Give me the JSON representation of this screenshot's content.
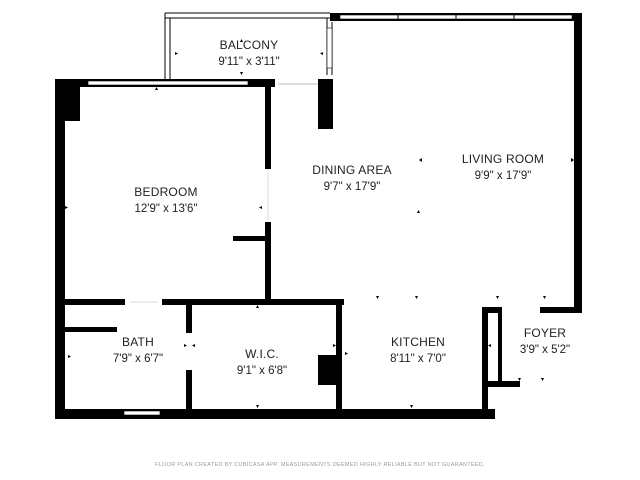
{
  "rooms": {
    "balcony": {
      "name": "BALCONY",
      "dims": "9'11\" x 3'11\""
    },
    "bedroom": {
      "name": "BEDROOM",
      "dims": "12'9\" x 13'6\""
    },
    "dining": {
      "name": "DINING AREA",
      "dims": "9'7\" x 17'9\""
    },
    "living": {
      "name": "LIVING ROOM",
      "dims": "9'9\" x 17'9\""
    },
    "bath": {
      "name": "BATH",
      "dims": "7'9\" x 6'7\""
    },
    "wic": {
      "name": "W.I.C.",
      "dims": "9'1\" x 6'8\""
    },
    "kitchen": {
      "name": "KITCHEN",
      "dims": "8'11\" x 7'0\""
    },
    "foyer": {
      "name": "FOYER",
      "dims": "3'9\" x 5'2\""
    }
  },
  "footer": "FLOOR PLAN CREATED BY CUBICASA APP. MEASUREMENTS DEEMED HIGHLY RELIABLE BUT NOT GUARANTEED.",
  "colors": {
    "wall": "#000000",
    "window": "#ffffff",
    "text": "#222222",
    "footer": "#9a9a9a"
  }
}
